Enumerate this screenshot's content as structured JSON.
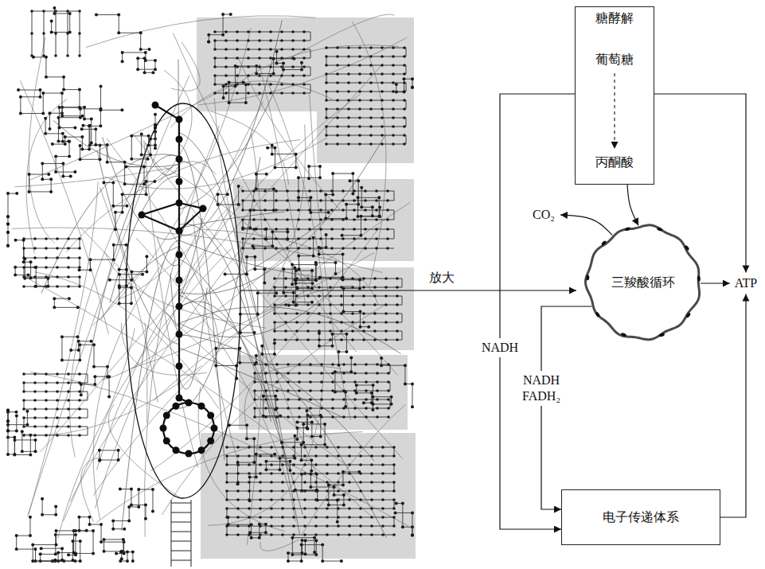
{
  "diagram": {
    "nodes": [
      {
        "text": [
          "糖酵解",
          "葡萄糖",
          "丙酮酸"
        ]
      },
      {
        "text": [
          "CO₂"
        ]
      },
      {
        "text": [
          "三羧酸循环"
        ]
      },
      {
        "text": [
          "ATP"
        ]
      },
      {
        "text": [
          "电子传递体系"
        ]
      }
    ],
    "edges": [
      {
        "from": 0,
        "to": 2,
        "arrow": "to"
      },
      {
        "from": 2,
        "to": 1,
        "arrow": "to"
      },
      {
        "from": 2,
        "to": 3,
        "arrow": "to"
      },
      {
        "from": 0,
        "to": 3,
        "arrow": "to"
      },
      {
        "from": 0,
        "to": 4,
        "label": "NADH",
        "arrow": "to"
      },
      {
        "from": 2,
        "to": 4,
        "label": "NADH FADH₂",
        "arrow": "to"
      },
      {
        "from": 4,
        "to": 3,
        "arrow": "to"
      }
    ],
    "labels": [
      "放大"
    ]
  }
}
